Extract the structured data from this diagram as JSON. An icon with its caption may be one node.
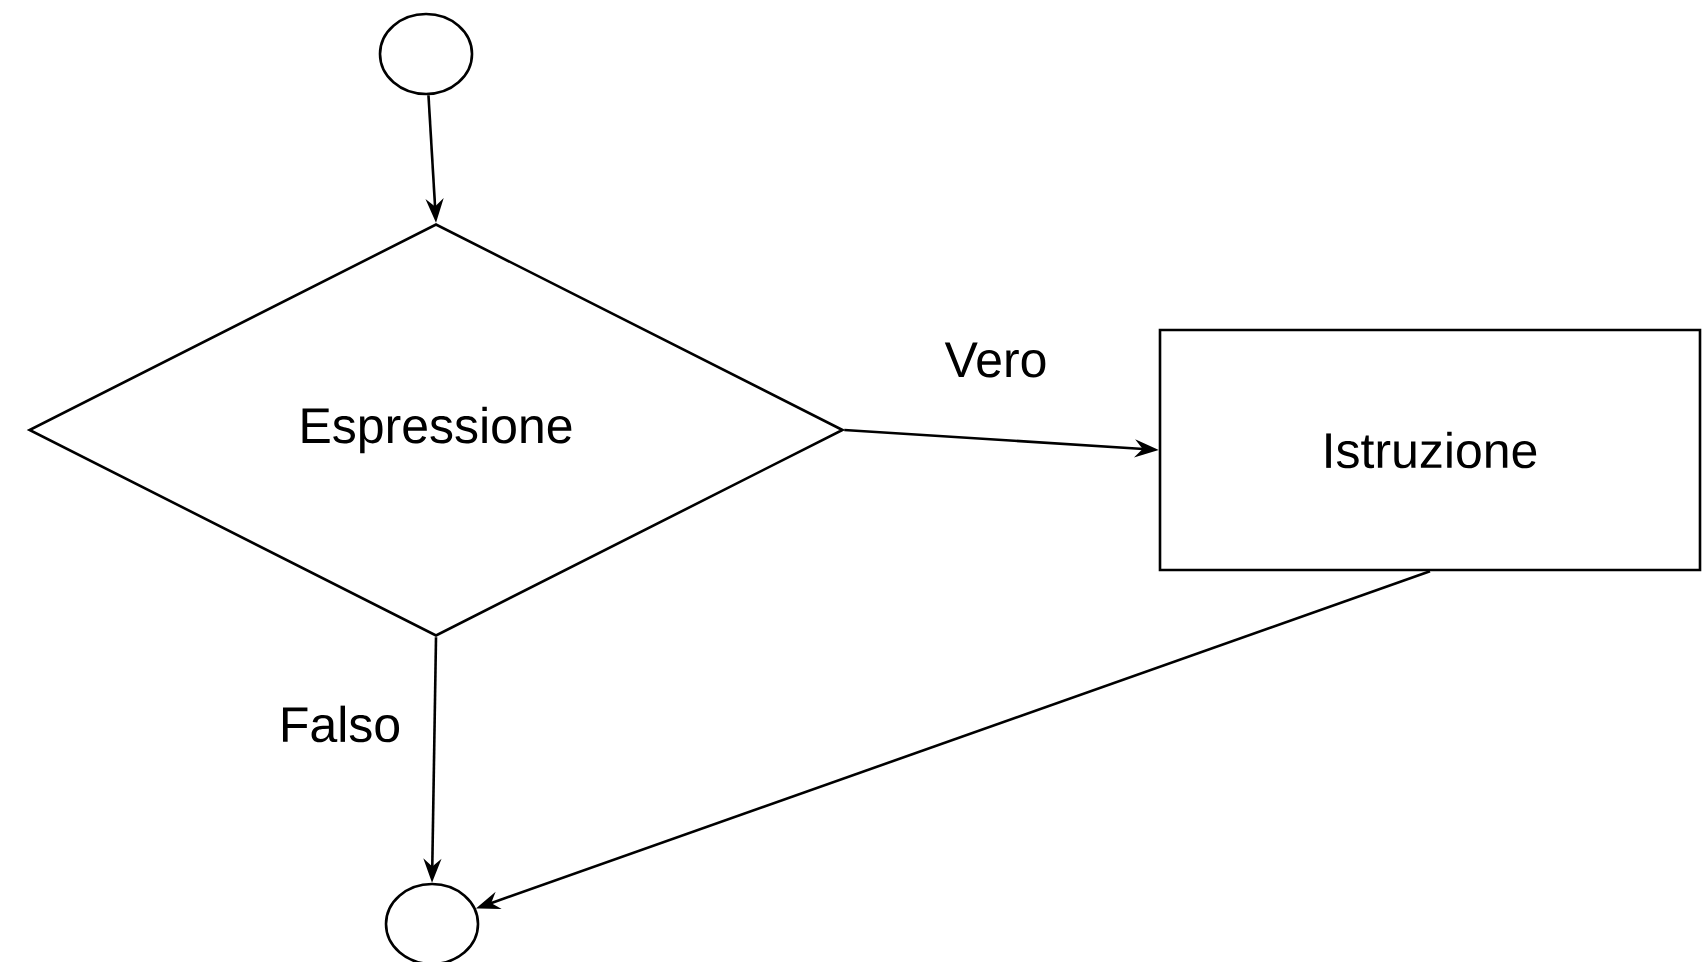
{
  "diagram": {
    "nodes": [
      {
        "text": [],
        "shape": "circle"
      },
      {
        "text": [
          "Espressione"
        ]
      },
      {
        "text": [
          "Istruzione"
        ]
      },
      {
        "text": [],
        "shape": "circle"
      }
    ],
    "edges": [
      {
        "from": 0,
        "to": 1,
        "arrow": "to"
      },
      {
        "from": 1,
        "to": 2,
        "arrow": "to",
        "label": "Vero"
      },
      {
        "from": 1,
        "to": 3,
        "arrow": "to",
        "label": "Falso"
      },
      {
        "from": 2,
        "to": 3,
        "arrow": "to"
      }
    ]
  }
}
